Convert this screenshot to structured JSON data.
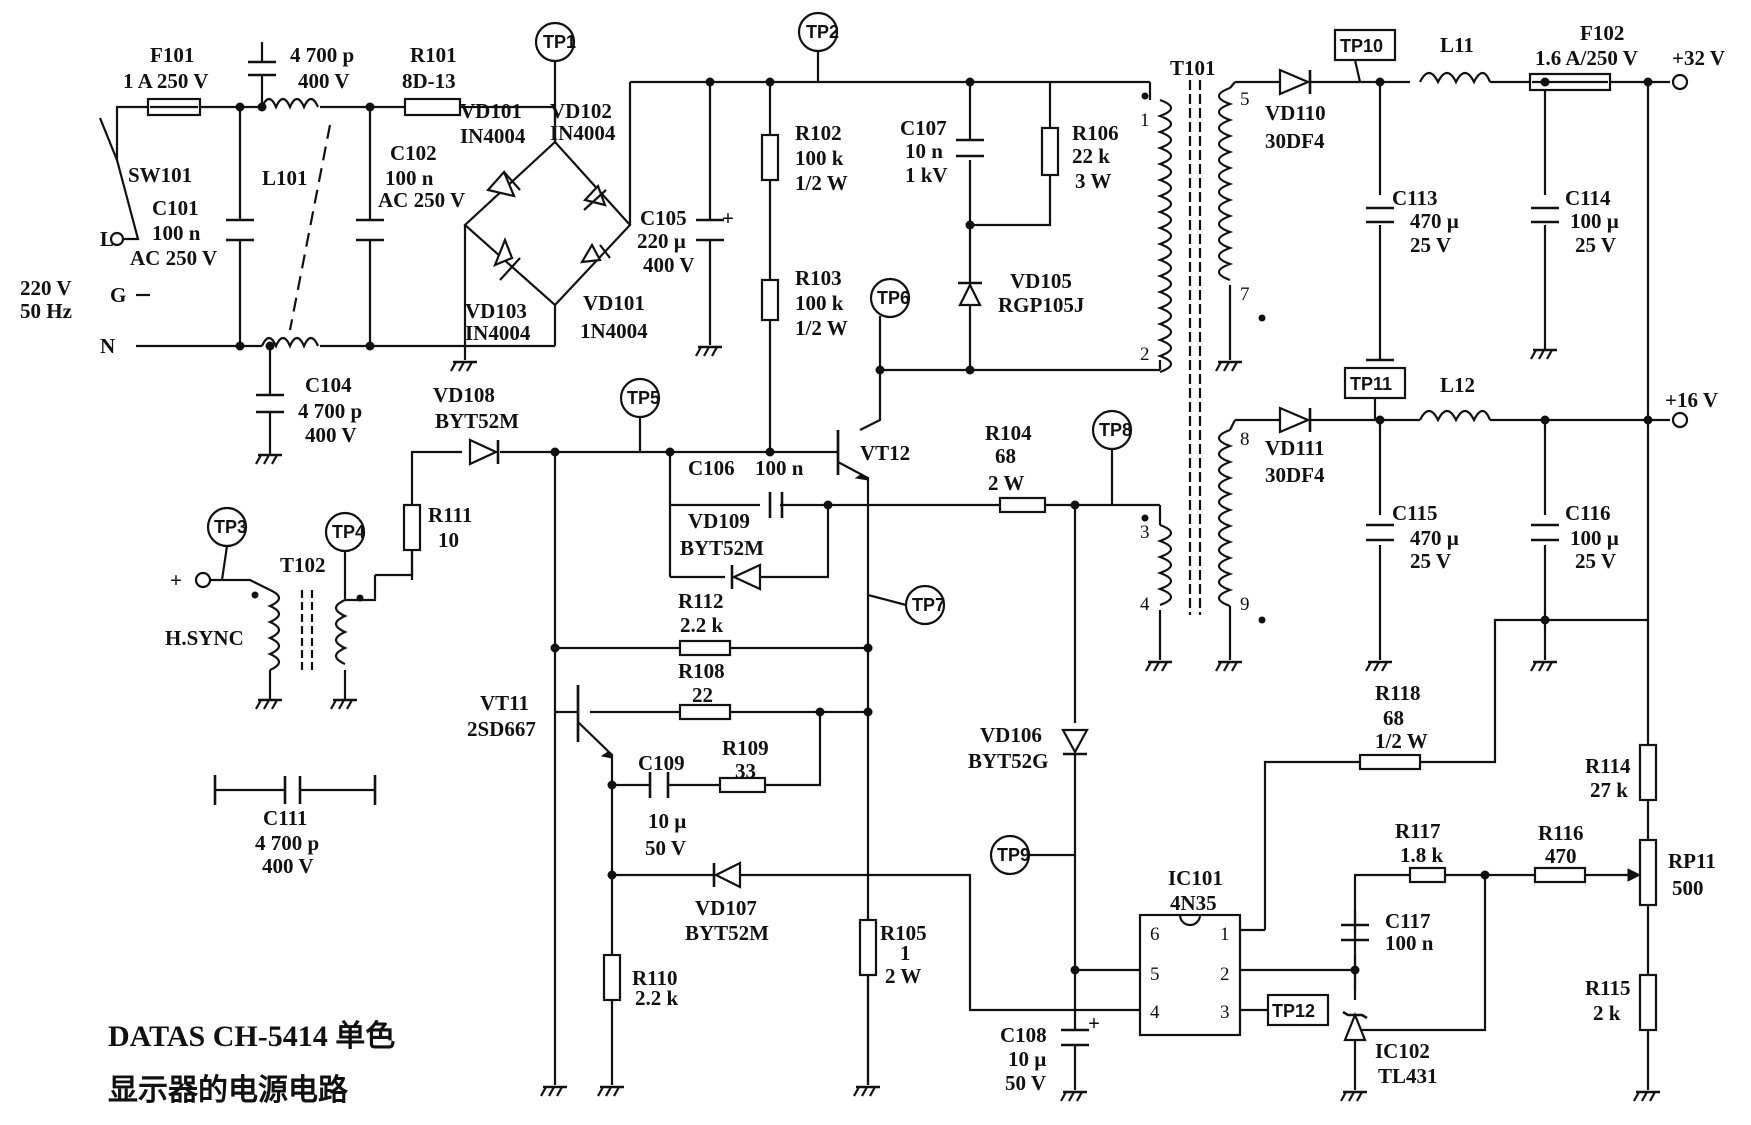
{
  "caption": {
    "line1": "DATAS CH-5414 单色",
    "line2": "显示器的电源电路"
  },
  "terminals": {
    "L": "L",
    "G": "G",
    "N": "N",
    "mains": "220 V",
    "freq": "50 Hz",
    "plus": "+",
    "hsync": "H.SYNC",
    "out32": "+32 V",
    "out16": "+16 V"
  },
  "test_points": [
    "TP1",
    "TP2",
    "TP3",
    "TP4",
    "TP5",
    "TP6",
    "TP7",
    "TP8",
    "TP9",
    "TP10",
    "TP11",
    "TP12"
  ],
  "components": {
    "F101": {
      "name": "F101",
      "value": "1 A 250 V"
    },
    "C103": {
      "value": "4 700 p",
      "value2": "400 V"
    },
    "R101": {
      "name": "R101",
      "value": "8D-13"
    },
    "SW101": {
      "name": "SW101"
    },
    "C101": {
      "name": "C101",
      "value": "100 n",
      "value2": "AC 250 V"
    },
    "L101": {
      "name": "L101"
    },
    "C102": {
      "name": "C102",
      "value": "100 n",
      "value2": "AC 250 V"
    },
    "C104": {
      "name": "C104",
      "value": "4 700 p",
      "value2": "400 V"
    },
    "VD101": {
      "name": "VD101",
      "value": "IN4004"
    },
    "VD102": {
      "name": "VD102",
      "value": "IN4004"
    },
    "VD103": {
      "name": "VD103",
      "value": "IN4004"
    },
    "VD101b": {
      "name": "VD101",
      "value": "1N4004"
    },
    "C105": {
      "name": "C105",
      "value": "220 µ",
      "value2": "400 V"
    },
    "R102": {
      "name": "R102",
      "value": "100 k",
      "value2": "1/2 W"
    },
    "R103": {
      "name": "R103",
      "value": "100 k",
      "value2": "1/2 W"
    },
    "C107": {
      "name": "C107",
      "value": "10 n",
      "value2": "1 kV"
    },
    "R106": {
      "name": "R106",
      "value": "22 k",
      "value2": "3 W"
    },
    "VD105": {
      "name": "VD105",
      "value": "RGP105J"
    },
    "T101": {
      "name": "T101"
    },
    "VD110": {
      "name": "VD110",
      "value": "30DF4"
    },
    "L11": {
      "name": "L11"
    },
    "F102": {
      "name": "F102",
      "value": "1.6 A/250 V"
    },
    "C113": {
      "name": "C113",
      "value": "470 µ",
      "value2": "25 V"
    },
    "C114": {
      "name": "C114",
      "value": "100 µ",
      "value2": "25 V"
    },
    "VD111": {
      "name": "VD111",
      "value": "30DF4"
    },
    "L12": {
      "name": "L12"
    },
    "C115": {
      "name": "C115",
      "value": "470 µ",
      "value2": "25 V"
    },
    "C116": {
      "name": "C116",
      "value": "100 µ",
      "value2": "25 V"
    },
    "VD108": {
      "name": "VD108",
      "value": "BYT52M"
    },
    "C106": {
      "name": "C106",
      "value": "100 n"
    },
    "VT12": {
      "name": "VT12"
    },
    "VD109": {
      "name": "VD109",
      "value": "BYT52M"
    },
    "R104": {
      "name": "R104",
      "value": "68",
      "value2": "2 W"
    },
    "R111": {
      "name": "R111",
      "value": "10"
    },
    "T102": {
      "name": "T102"
    },
    "R112": {
      "name": "R112",
      "value": "2.2 k"
    },
    "R108": {
      "name": "R108",
      "value": "22"
    },
    "VT11": {
      "name": "VT11",
      "value": "2SD667"
    },
    "C109": {
      "name": "C109",
      "value": "10 µ",
      "value2": "50 V"
    },
    "R109": {
      "name": "R109",
      "value": "33"
    },
    "C111": {
      "name": "C111",
      "value": "4 700 p",
      "value2": "400 V"
    },
    "VD107": {
      "name": "VD107",
      "value": "BYT52M"
    },
    "R110": {
      "name": "R110",
      "value": "2.2 k"
    },
    "R105": {
      "name": "R105",
      "value": "1",
      "value2": "2 W"
    },
    "VD106": {
      "name": "VD106",
      "value": "BYT52G"
    },
    "C108": {
      "name": "C108",
      "value": "10 µ",
      "value2": "50 V"
    },
    "IC101": {
      "name": "IC101",
      "value": "4N35"
    },
    "R118": {
      "name": "R118",
      "value": "68",
      "value2": "1/2 W"
    },
    "R114": {
      "name": "R114",
      "value": "27 k"
    },
    "R117": {
      "name": "R117",
      "value": "1.8 k"
    },
    "R116": {
      "name": "R116",
      "value": "470"
    },
    "RP11": {
      "name": "RP11",
      "value": "500"
    },
    "C117": {
      "name": "C117",
      "value": "100 n"
    },
    "R115": {
      "name": "R115",
      "value": "2 k"
    },
    "IC102": {
      "name": "IC102",
      "value": "TL431"
    }
  },
  "pins": {
    "t101": [
      "1",
      "2",
      "3",
      "4",
      "5",
      "7",
      "8",
      "9"
    ],
    "ic101": [
      "6",
      "5",
      "4",
      "1",
      "2",
      "3"
    ]
  }
}
